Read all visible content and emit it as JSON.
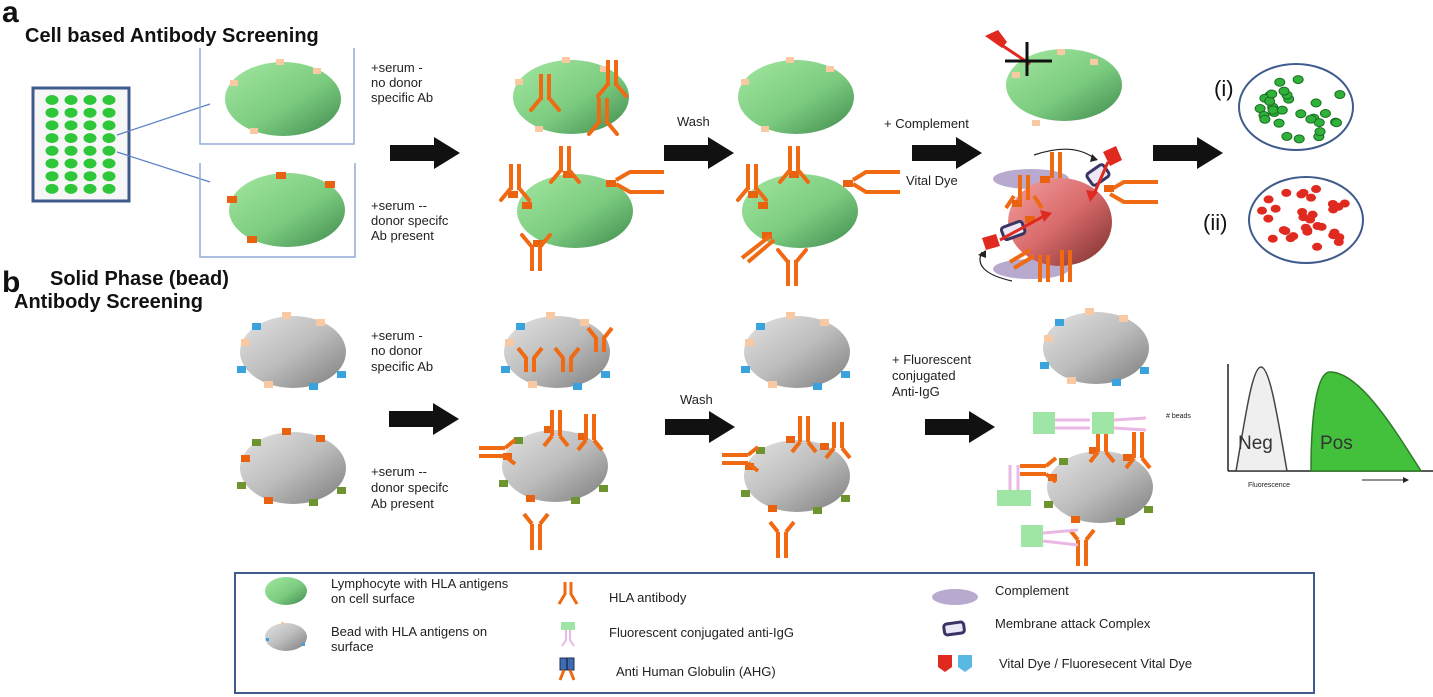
{
  "figure": {
    "panel_a": {
      "letter": "a",
      "title": "Cell based Antibody Screening",
      "serum_neg": [
        "+serum  -",
        "no donor",
        "specific Ab"
      ],
      "serum_pos": [
        "+serum --",
        "donor specifc",
        "Ab present"
      ],
      "wash_label": "Wash",
      "complement_label": "+ Complement",
      "vital_dye_label": "Vital Dye",
      "result_i": "(i)",
      "result_ii": "(ii)"
    },
    "panel_b": {
      "letter": "b",
      "title_line1": "Solid Phase (bead)",
      "title_line2": "Antibody Screening",
      "serum_neg": [
        "+serum  -",
        "no donor",
        "specific Ab"
      ],
      "serum_pos": [
        "+serum --",
        "donor specifc",
        "Ab present"
      ],
      "wash_label": "Wash",
      "fluor_label": [
        "+ Fluorescent",
        "conjugated",
        "Anti-IgG"
      ],
      "histogram": {
        "y_label": "# beads",
        "x_label": "Fluorescence",
        "neg_label": "Neg",
        "pos_label": "Pos"
      }
    },
    "legend": {
      "items": [
        {
          "icon": "lymphocyte-icon",
          "text": [
            "Lymphocyte with HLA antigens",
            "on cell surface"
          ]
        },
        {
          "icon": "bead-icon",
          "text": [
            "Bead with HLA antigens on",
            "surface"
          ]
        },
        {
          "icon": "hla-antibody-icon",
          "text": [
            "HLA antibody"
          ]
        },
        {
          "icon": "fluorescent-anti-igg-icon",
          "text": [
            "Fluorescent conjugated anti-IgG"
          ]
        },
        {
          "icon": "ahg-icon",
          "text": [
            "Anti Human Globulin (AHG)"
          ]
        },
        {
          "icon": "complement-icon",
          "text": [
            "Complement"
          ]
        },
        {
          "icon": "mac-icon",
          "text": [
            "Membrane attack Complex"
          ]
        },
        {
          "icon": "vital-dye-icon",
          "text": [
            "Vital Dye / Fluoresecent Vital Dye"
          ]
        }
      ]
    },
    "colors": {
      "cell_green_light": "#9be09a",
      "cell_green_dark": "#4f9a5a",
      "bead_light": "#d6d6d6",
      "bead_dark": "#8a8a8a",
      "antibody_orange": "#f06a14",
      "antigen_peach": "#f9c9a4",
      "antigen_orange": "#e8620f",
      "antigen_blue": "#3aa2dc",
      "antigen_olive": "#6e9430",
      "dead_cell_light": "#f08a8a",
      "dead_cell_dark": "#8a3a3a",
      "complement_purple": "#b8a9cf",
      "mac_navy": "#3b3566",
      "dye_red": "#e02a20",
      "dye_blue": "#5ab9e3",
      "plate_border": "#3f5b8c",
      "dot_green": "#2fb13a",
      "dot_red": "#e02a20",
      "fluor_green": "#9fe6a6",
      "fluor_pink": "#e9b8e5",
      "pos_green": "#44c13c",
      "neg_fill": "#efefef"
    }
  }
}
